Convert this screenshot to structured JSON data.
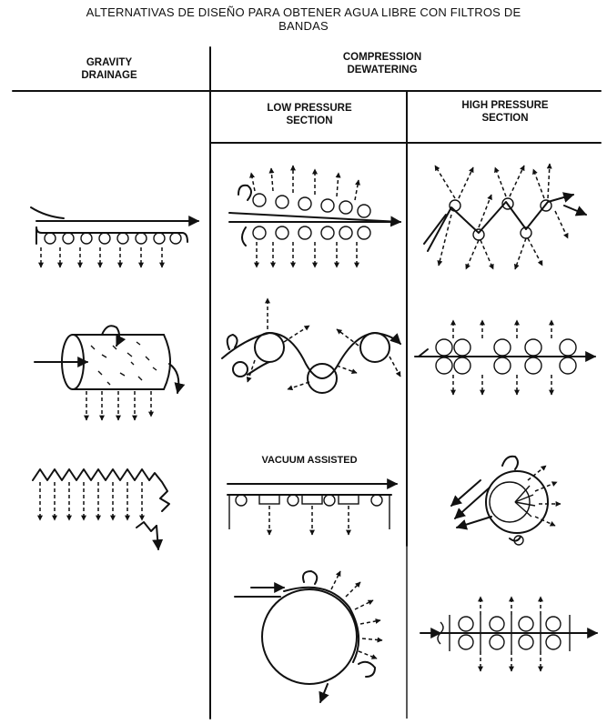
{
  "title_line1": "ALTERNATIVAS DE DISEÑO PARA OBTENER AGUA LIBRE CON FILTROS DE",
  "title_line2": "BANDAS",
  "headers": {
    "gravity_line1": "GRAVITY",
    "gravity_line2": "DRAINAGE",
    "compression_line1": "COMPRESSION",
    "compression_line2": "DEWATERING",
    "low_line1": "LOW PRESSURE",
    "low_line2": "SECTION",
    "high_line1": "HIGH PRESSURE",
    "high_line2": "SECTION"
  },
  "vacuum_label": "VACUUM ASSISTED"
}
